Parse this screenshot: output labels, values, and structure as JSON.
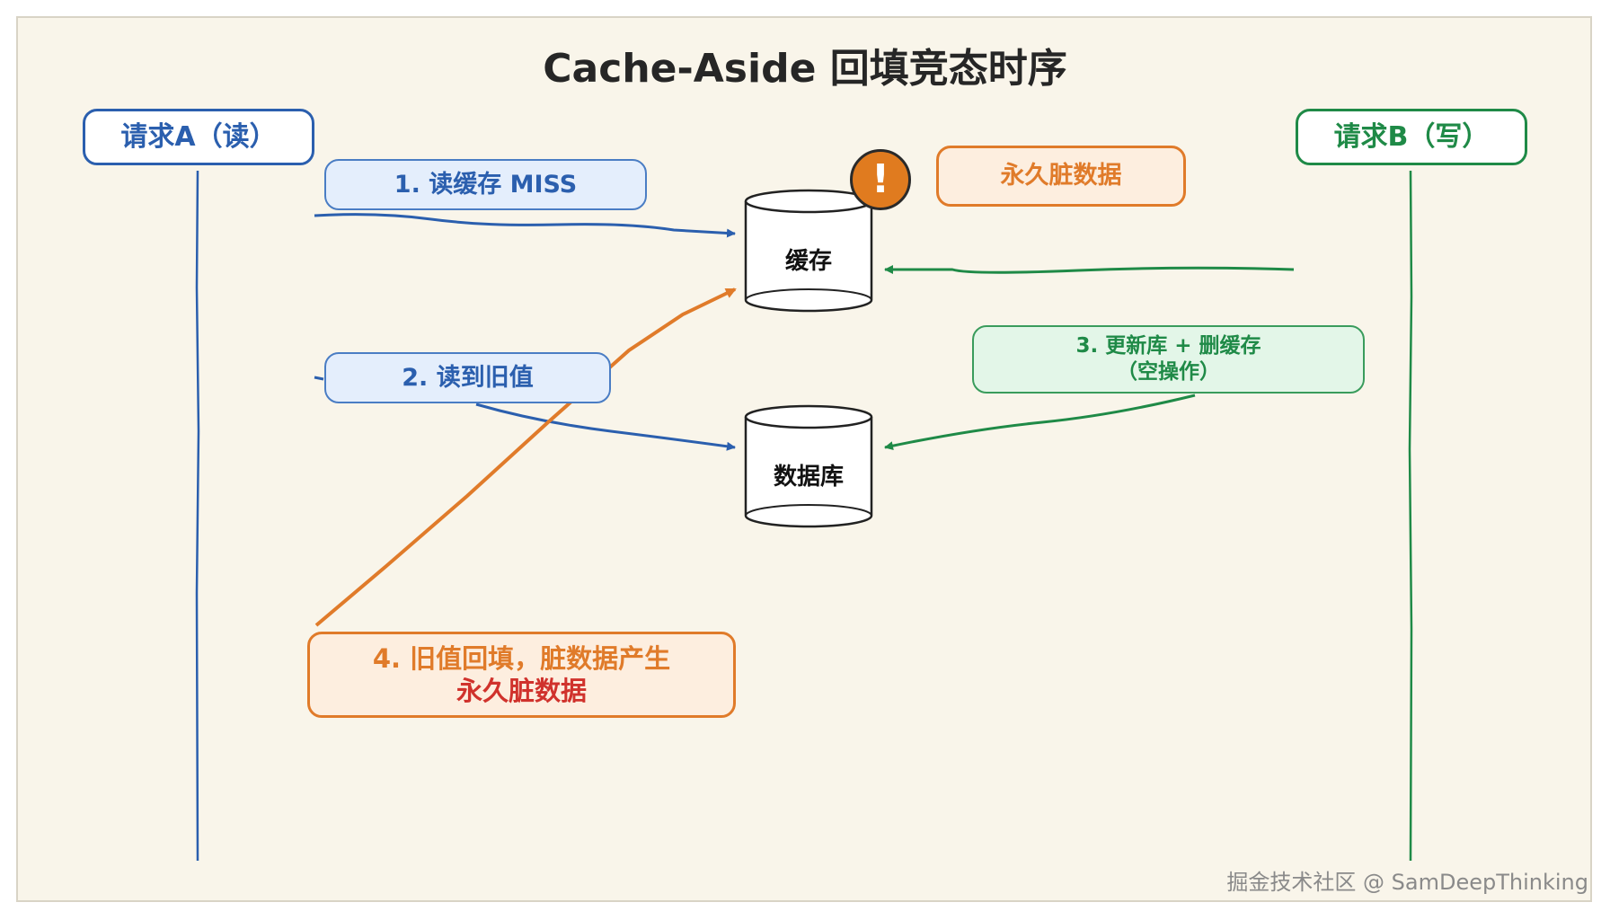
{
  "title": "Cache-Aside 回填竞态时序",
  "actors": {
    "a": "请求A（读）",
    "b": "请求B（写）"
  },
  "components": {
    "cache": "缓存",
    "database": "数据库"
  },
  "steps": {
    "step1": "1. 读缓存 MISS",
    "step2": "2. 读到旧值",
    "step3_line1": "3. 更新库 + 删缓存",
    "step3_line2": "（空操作）",
    "step4_line1": "4. 旧值回填，脏数据产生",
    "step4_line2": "永久脏数据"
  },
  "warning": {
    "symbol": "!",
    "label": "永久脏数据"
  },
  "watermark": "掘金技术社区 @ SamDeepThinking",
  "colors": {
    "blue": "#2b5fae",
    "green": "#1f8a47",
    "orange": "#e07b2a",
    "red": "#d0322c"
  }
}
